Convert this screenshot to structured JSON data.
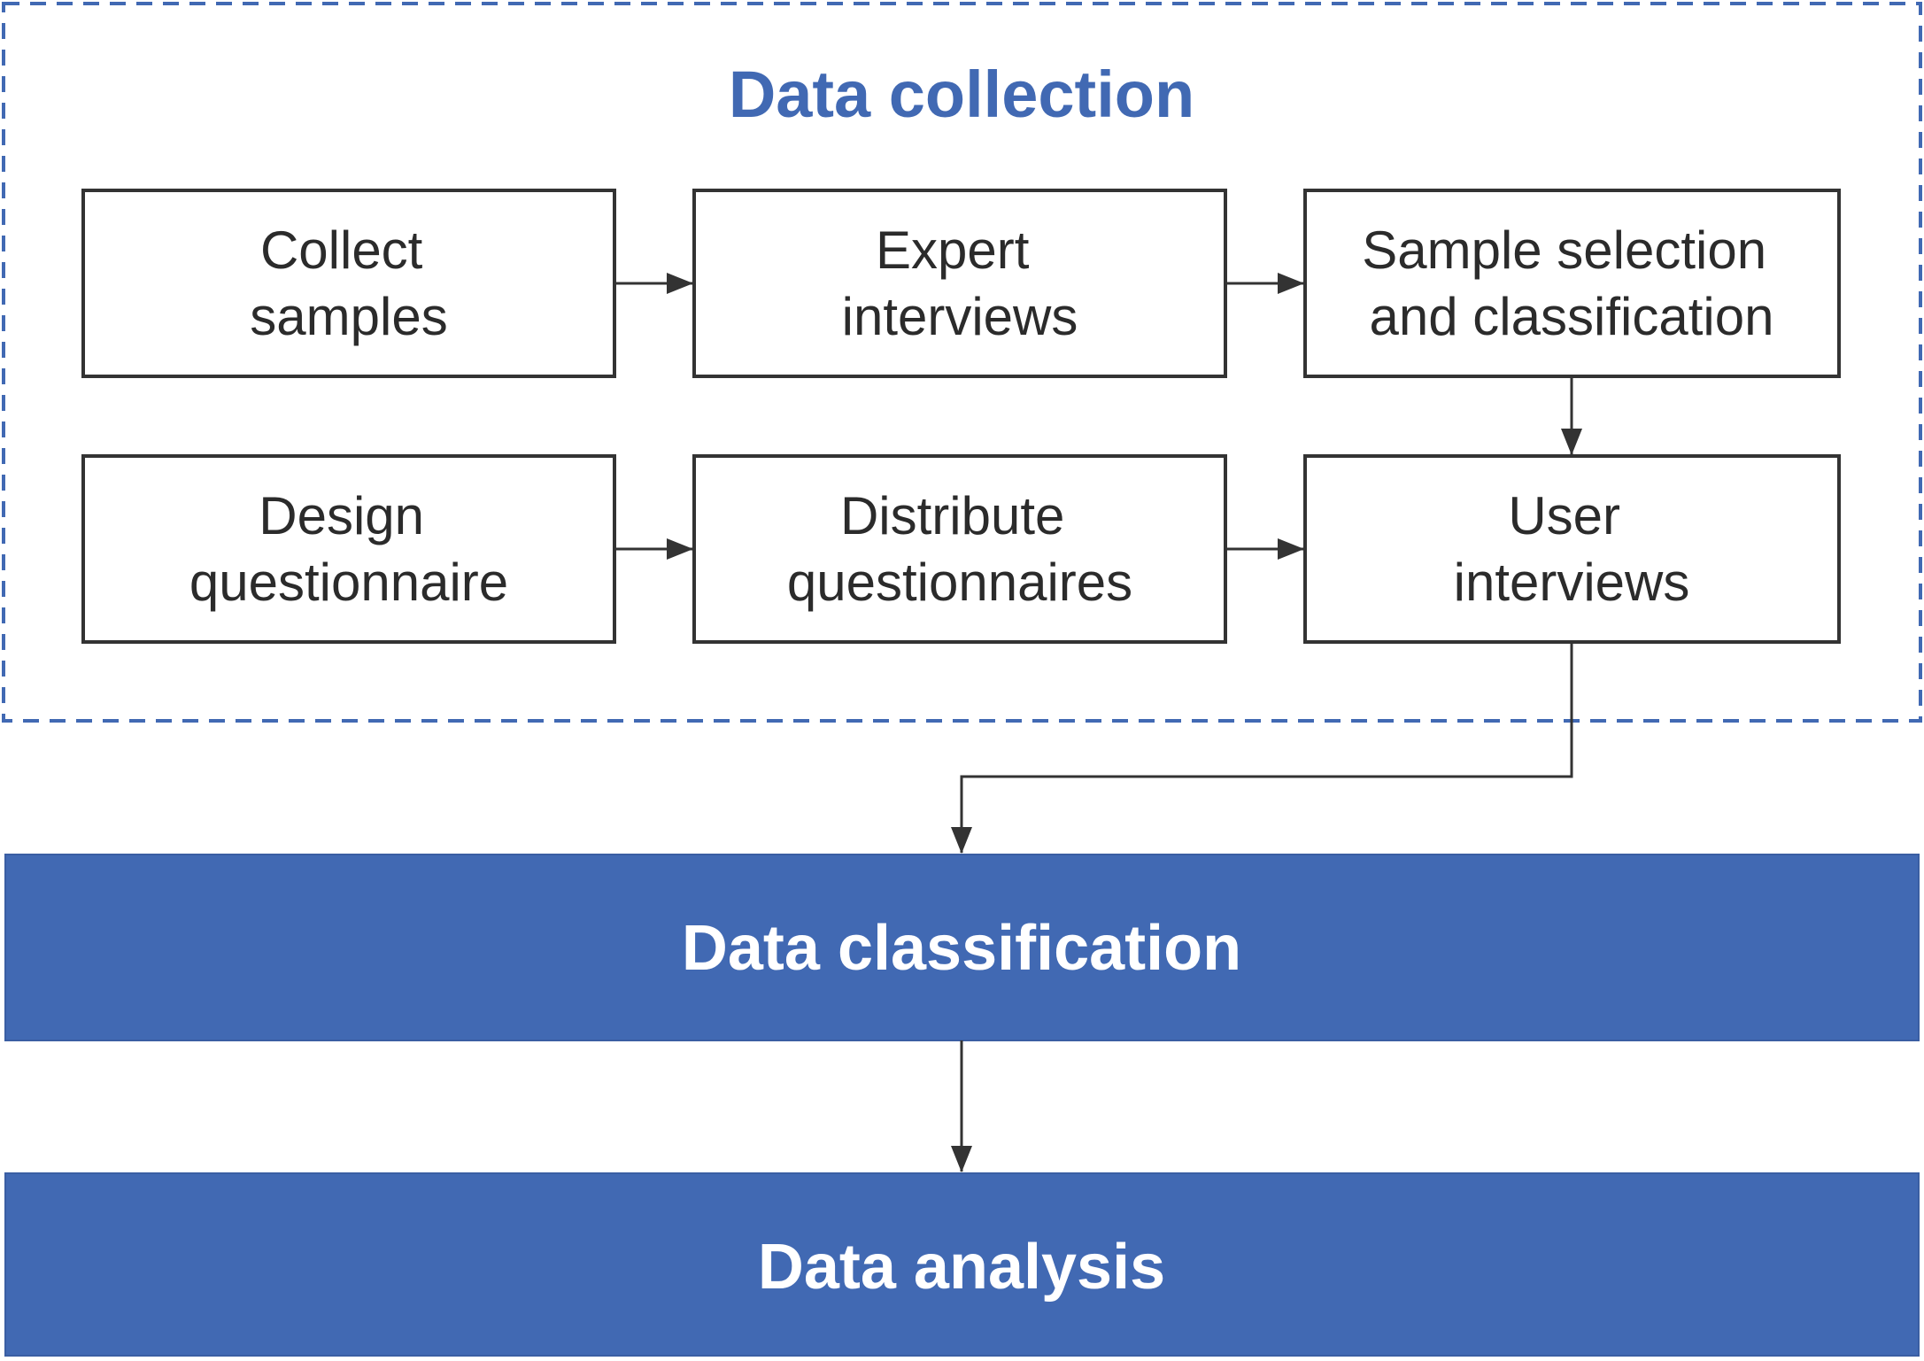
{
  "colors": {
    "accent": "#4169b3",
    "box_border": "#333333",
    "band_text": "#ffffff"
  },
  "group": {
    "title": "Data collection"
  },
  "steps": [
    {
      "id": "collect",
      "lines": [
        "Collect",
        "samples"
      ]
    },
    {
      "id": "expert",
      "lines": [
        "Expert",
        "interviews"
      ]
    },
    {
      "id": "sample-selection",
      "lines": [
        "Sample selection",
        "and classification"
      ]
    },
    {
      "id": "design",
      "lines": [
        "Design",
        "questionnaire"
      ]
    },
    {
      "id": "distribute",
      "lines": [
        "Distribute",
        "questionnaires"
      ]
    },
    {
      "id": "user",
      "lines": [
        "User",
        "interviews"
      ]
    }
  ],
  "bands": {
    "classification": "Data classification",
    "analysis": "Data analysis"
  }
}
